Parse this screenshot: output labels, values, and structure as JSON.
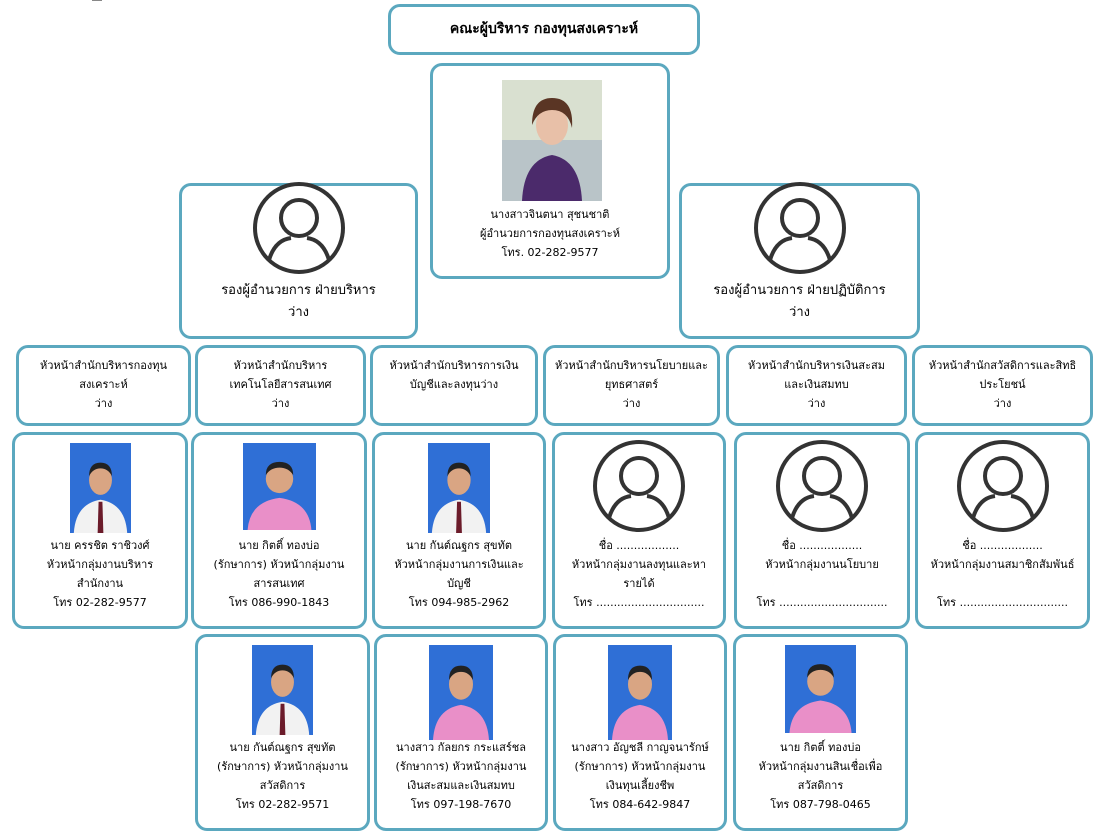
{
  "title": "คณะผู้บริหาร กองทุนสงเคราะห์",
  "director": {
    "name": "นางสาวจินตนา สุชนชาติ",
    "position": "ผู้อำนวยการกองทุนสงเคราะห์",
    "phone": "โทร. 02-282-9577"
  },
  "deputies": [
    {
      "position": "รองผู้อำนวยการ ฝ่ายบริหาร",
      "status": "ว่าง"
    },
    {
      "position": "รองผู้อำนวยการ ฝ่ายปฏิบัติการ",
      "status": "ว่าง"
    }
  ],
  "offices": [
    {
      "lines": [
        "หัวหน้าสำนักบริหารกองทุน",
        "สงเคราะห์",
        "ว่าง"
      ]
    },
    {
      "lines": [
        "หัวหน้าสำนักบริหาร",
        "เทคโนโลยีสารสนเทศ",
        "ว่าง"
      ]
    },
    {
      "lines": [
        "หัวหน้าสำนักบริหารการเงิน",
        "บัญชีและลงทุนว่าง"
      ]
    },
    {
      "lines": [
        "หัวหน้าสำนักบริหารนโยบายและ",
        "ยุทธศาสตร์",
        "ว่าง"
      ]
    },
    {
      "lines": [
        "หัวหน้าสำนักบริหารเงินสะสม",
        "และเงินสมทบ",
        "ว่าง"
      ]
    },
    {
      "lines": [
        "หัวหน้าสำนักสวัสดิการและสิทธิ",
        "ประโยชน์",
        "ว่าง"
      ]
    }
  ],
  "groups_row1": [
    {
      "lines": [
        "นาย ครรชิต ราชิวงศ์",
        "หัวหน้ากลุ่มงานบริหาร",
        "สำนักงาน",
        "โทร 02-282-9577"
      ]
    },
    {
      "lines": [
        "นาย กิตติ์ ทองบ่อ",
        "(รักษาการ) หัวหน้ากลุ่มงาน",
        "สารสนเทศ",
        "โทร 086-990-1843"
      ]
    },
    {
      "lines": [
        "นาย กันต์ณฐกร สุขทัต",
        "หัวหน้ากลุ่มงานการเงินและ",
        "บัญชี",
        "โทร 094-985-2962"
      ]
    },
    {
      "lines": [
        "ชื่อ ..................",
        "หัวหน้ากลุ่มงานลงทุนและหา",
        "รายได้",
        "โทร ..............................."
      ]
    },
    {
      "lines": [
        "ชื่อ ..................",
        "หัวหน้ากลุ่มงานนโยบาย",
        "",
        "โทร ..............................."
      ]
    },
    {
      "lines": [
        "ชื่อ ..................",
        "หัวหน้ากลุ่มงานสมาชิกสัมพันธ์",
        "",
        "โทร ..............................."
      ]
    }
  ],
  "groups_row2": [
    {
      "lines": [
        "นาย กันต์ณฐกร สุขทัต",
        "(รักษาการ) หัวหน้ากลุ่มงาน",
        "สวัสดิการ",
        "โทร 02-282-9571"
      ]
    },
    {
      "lines": [
        "นางสาว กัลยกร กระแสร์ชล",
        "(รักษาการ) หัวหน้ากลุ่มงาน",
        "เงินสะสมและเงินสมทบ",
        "โทร 097-198-7670"
      ]
    },
    {
      "lines": [
        "นางสาว อัญชลี กาญจนารักษ์",
        "(รักษาการ) หัวหน้ากลุ่มงาน",
        "เงินทุนเลี้ยงชีพ",
        "โทร 084-642-9847"
      ]
    },
    {
      "lines": [
        "นาย กิตติ์ ทองบ่อ",
        "หัวหน้ากลุ่มงานสินเชื่อเพื่อ",
        "สวัสดิการ",
        "โทร 087-798-0465"
      ]
    }
  ],
  "colors": {
    "border": "#5ba8bf",
    "photo_bg": "#2f6fd6",
    "pink_shirt": "#e98fc8",
    "white_shirt": "#f2f2f2"
  }
}
